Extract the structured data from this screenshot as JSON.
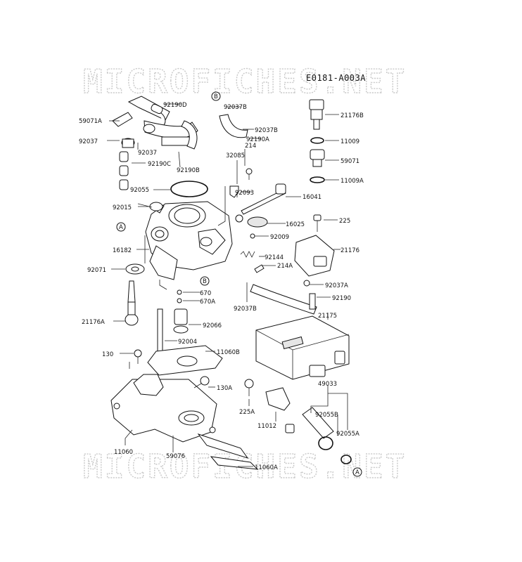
{
  "watermark": {
    "text": "MICROFICHES.NET"
  },
  "diagram_code": "E0181-A003A",
  "reference_marks": {
    "a": "A",
    "b": "B"
  },
  "part_labels": {
    "p92190D": "92190D",
    "p59071A": "59071A",
    "p92037": "92037",
    "p92037_2": "92037",
    "p92190C": "92190C",
    "p92190B": "92190B",
    "p92055": "92055",
    "p92015": "92015",
    "p16182": "16182",
    "p92071": "92071",
    "p21176A": "21176A",
    "p92037B_1": "92037B",
    "p92037B_2": "92037B",
    "p92190A": "92190A",
    "p214": "214",
    "p32085": "32085",
    "p92093": "92093",
    "p16041": "16041",
    "p16025": "16025",
    "p92009": "92009",
    "p92144": "92144",
    "p214A": "214A",
    "p670": "670",
    "p670A": "670A",
    "p92037B_3": "92037B",
    "p92066": "92066",
    "p92004": "92004",
    "p11060B": "11060B",
    "p130": "130",
    "p130A": "130A",
    "p11060": "11060",
    "p59076": "59076",
    "p11060A": "11060A",
    "p21176B": "21176B",
    "p11009": "11009",
    "p59071": "59071",
    "p11009A": "11009A",
    "p225": "225",
    "p21176": "21176",
    "p92037A": "92037A",
    "p92190": "92190",
    "p21175": "21175",
    "p49033": "49033",
    "p225A": "225A",
    "p11012": "11012",
    "p92055B": "92055B",
    "p92055A": "92055A"
  }
}
